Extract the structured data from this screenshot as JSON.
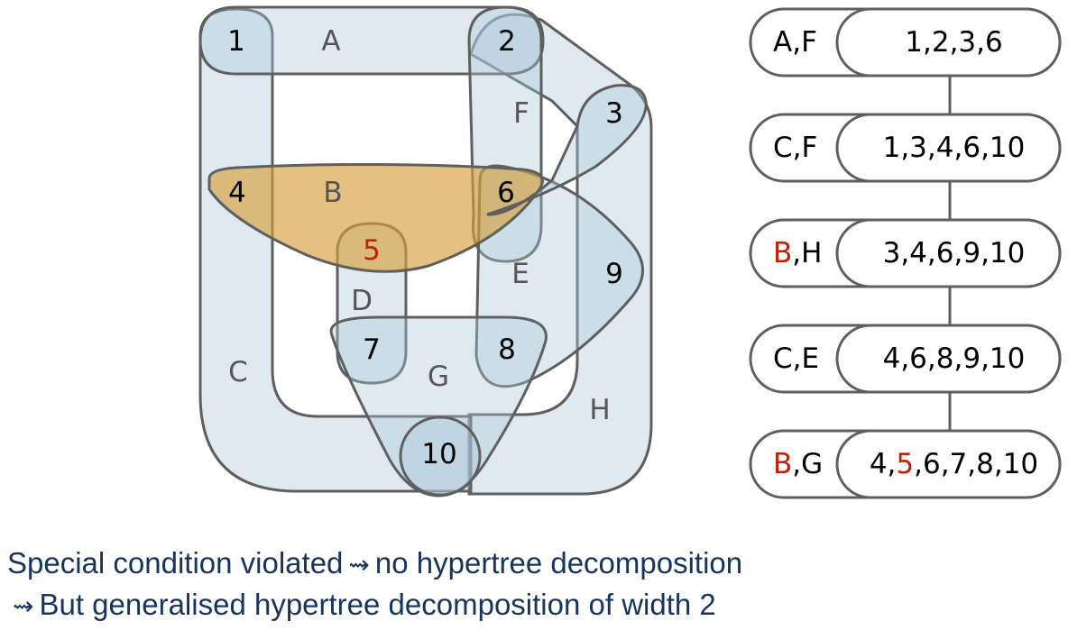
{
  "hypergraph": {
    "edges": [
      {
        "id": "A",
        "label": "A",
        "highlight": false
      },
      {
        "id": "B",
        "label": "B",
        "highlight": true
      },
      {
        "id": "C",
        "label": "C",
        "highlight": false
      },
      {
        "id": "D",
        "label": "D",
        "highlight": false
      },
      {
        "id": "E",
        "label": "E",
        "highlight": false
      },
      {
        "id": "F",
        "label": "F",
        "highlight": false
      },
      {
        "id": "G",
        "label": "G",
        "highlight": false
      },
      {
        "id": "H",
        "label": "H",
        "highlight": false
      }
    ],
    "vertices": [
      {
        "label": "1",
        "highlight": false
      },
      {
        "label": "2",
        "highlight": false
      },
      {
        "label": "3",
        "highlight": false
      },
      {
        "label": "4",
        "highlight": false
      },
      {
        "label": "5",
        "highlight": true
      },
      {
        "label": "6",
        "highlight": false
      },
      {
        "label": "7",
        "highlight": false
      },
      {
        "label": "8",
        "highlight": false
      },
      {
        "label": "9",
        "highlight": false
      },
      {
        "label": "10",
        "highlight": false
      }
    ]
  },
  "decomposition": {
    "nodes": [
      {
        "lambda": [
          {
            "t": "A",
            "hl": false
          },
          {
            "t": ",",
            "hl": false
          },
          {
            "t": "F",
            "hl": false
          }
        ],
        "chi": [
          {
            "t": "1,2,3,6",
            "hl": false
          }
        ]
      },
      {
        "lambda": [
          {
            "t": "C",
            "hl": false
          },
          {
            "t": ",",
            "hl": false
          },
          {
            "t": "F",
            "hl": false
          }
        ],
        "chi": [
          {
            "t": "1,3,4,6,10",
            "hl": false
          }
        ]
      },
      {
        "lambda": [
          {
            "t": "B",
            "hl": true
          },
          {
            "t": ",",
            "hl": false
          },
          {
            "t": "H",
            "hl": false
          }
        ],
        "chi": [
          {
            "t": "3,4,6,9,10",
            "hl": false
          }
        ]
      },
      {
        "lambda": [
          {
            "t": "C",
            "hl": false
          },
          {
            "t": ",",
            "hl": false
          },
          {
            "t": "E",
            "hl": false
          }
        ],
        "chi": [
          {
            "t": "4,6,8,9,10",
            "hl": false
          }
        ]
      },
      {
        "lambda": [
          {
            "t": "B",
            "hl": true
          },
          {
            "t": ",",
            "hl": false
          },
          {
            "t": "G",
            "hl": false
          }
        ],
        "chi": [
          {
            "t": "4,",
            "hl": false
          },
          {
            "t": "5",
            "hl": true
          },
          {
            "t": ",6,7,8,10",
            "hl": false
          }
        ]
      }
    ]
  },
  "caption": {
    "line1_before": "Special condition violated",
    "line1_after": "no hypertree decomposition",
    "line2_after": "But generalised hypertree decomposition of width 2",
    "arrow": "⇝"
  },
  "colors": {
    "edge_fill": "#c9dbe4",
    "highlight_edge_fill": "#e3b86a",
    "stroke": "#5f5f5f",
    "highlight_text": "#c0200c",
    "caption_text": "#17345f"
  }
}
